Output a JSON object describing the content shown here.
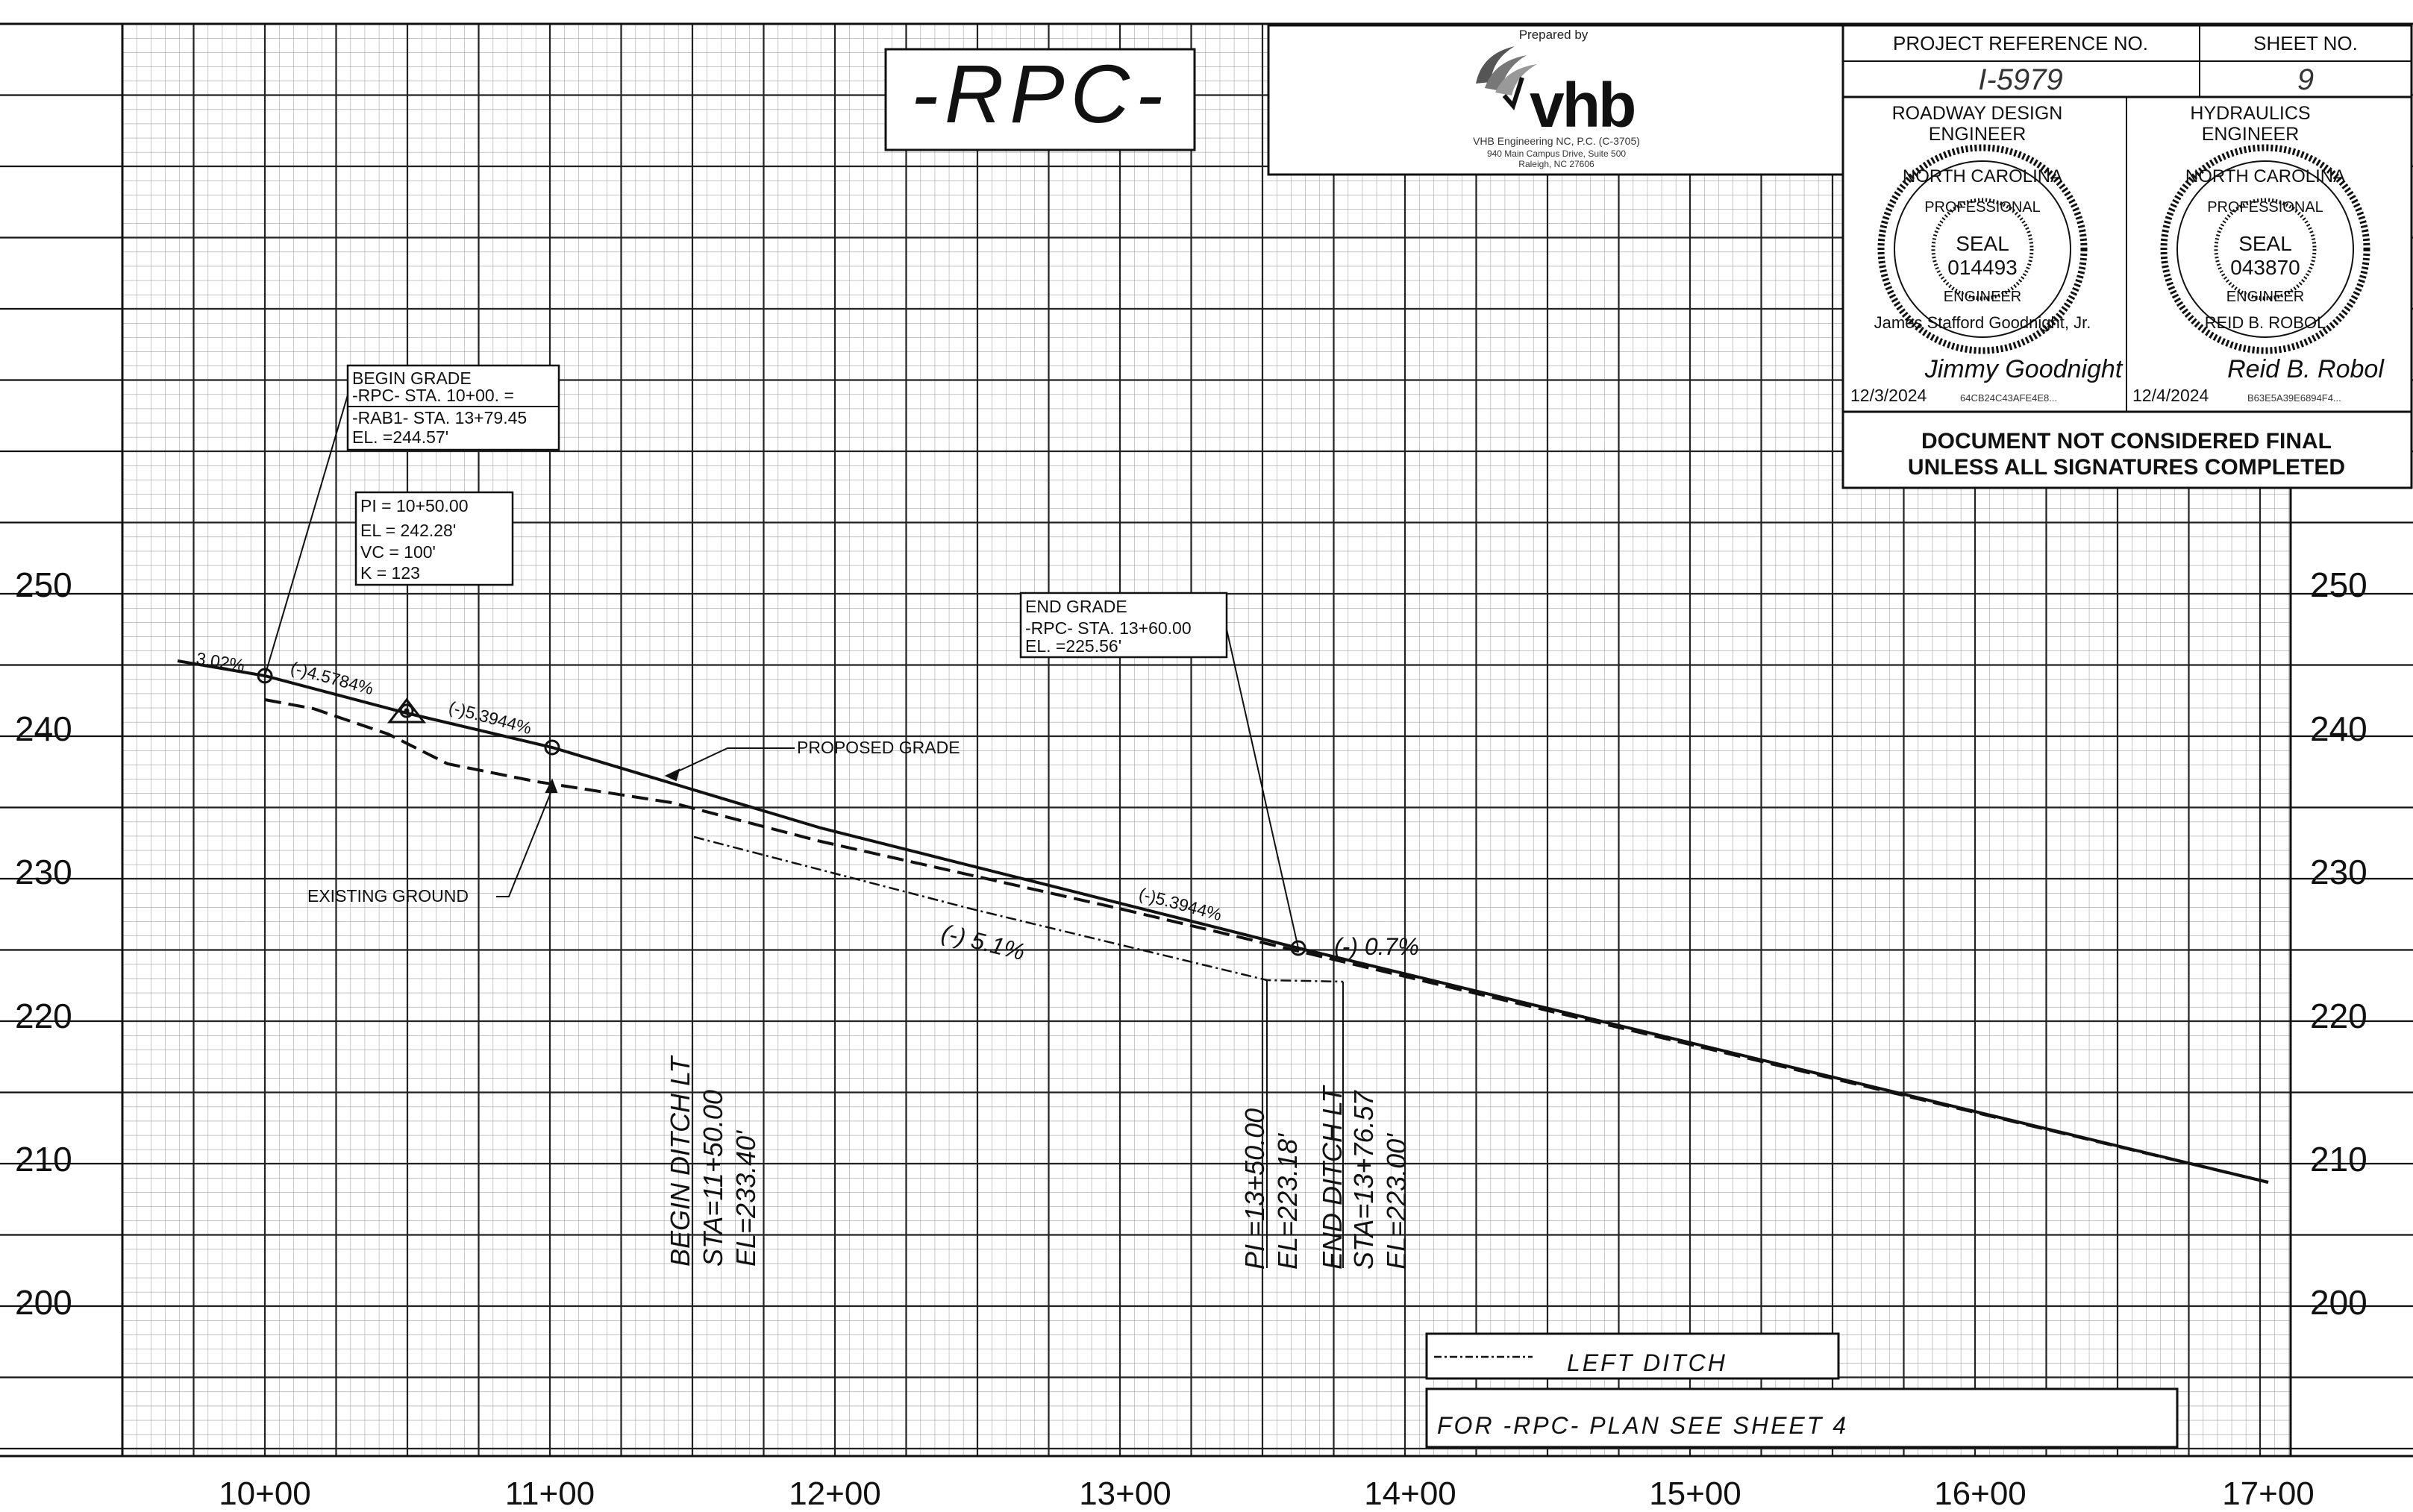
{
  "title_box": {
    "label": "-RPC-"
  },
  "preparer": {
    "prepared_by": "Prepared by",
    "logo_text": "vhb",
    "firm": "VHB Engineering NC, P.C. (C-3705)",
    "address_1": "940 Main Campus Drive, Suite 500",
    "address_2": "Raleigh, NC 27606"
  },
  "title_block": {
    "project_ref_label": "PROJECT REFERENCE NO.",
    "project_ref": "I-5979",
    "sheet_no_label": "SHEET NO.",
    "sheet_no": "9",
    "roadway_label_1": "ROADWAY DESIGN",
    "roadway_label_2": "ENGINEER",
    "hydraulics_label_1": "HYDRAULICS",
    "hydraulics_label_2": "ENGINEER",
    "seal_1": {
      "top": "NORTH CAROLINA",
      "inner": "PROFESSIONAL",
      "word": "SEAL",
      "number": "014493",
      "lower": "ENGINEER",
      "name": "James Stafford Goodnight, Jr.",
      "signature": "Jimmy Goodnight",
      "date": "12/3/2024",
      "docusign_id": "64CB24C43AFE4E8..."
    },
    "seal_2": {
      "top": "NORTH CAROLINA",
      "inner": "PROFESSIONAL",
      "word": "SEAL",
      "number": "043870",
      "lower": "ENGINEER",
      "name": "REID B. ROBOL",
      "signature": "Reid B. Robol",
      "date": "12/4/2024",
      "docusign_id": "B63E5A39E6894F4..."
    },
    "warning_1": "DOCUMENT NOT CONSIDERED FINAL",
    "warning_2": "UNLESS ALL SIGNATURES COMPLETED"
  },
  "axes": {
    "elevations": [
      "250",
      "240",
      "230",
      "220",
      "210",
      "200"
    ],
    "stations": [
      "10+00",
      "11+00",
      "12+00",
      "13+00",
      "14+00",
      "15+00",
      "16+00",
      "17+00"
    ]
  },
  "annotations": {
    "begin_grade": [
      "BEGIN  GRADE",
      "-RPC-  STA. 10+00. =",
      "-RAB1-  STA. 13+79.45",
      "EL. =244.57'"
    ],
    "pi_block": [
      "PI =    10+50.00",
      "EL  =    242.28'",
      "VC   =    100'",
      "K   =    123"
    ],
    "end_grade": [
      "END  GRADE",
      "-RPC-  STA. 13+60.00",
      "EL. =225.56'"
    ],
    "grade_in": "3.02%",
    "grade_1": "(-)4.5784%",
    "grade_2": "(-)5.3944%",
    "grade_3": "(-)5.3944%",
    "grade_out": "(-) 0.7%",
    "ditch_grade": "(-) 5.1%",
    "proposed_grade": "PROPOSED  GRADE",
    "existing_ground": "EXISTING  GROUND",
    "begin_ditch": [
      "BEGIN DITCH  LT",
      "STA=11+50.00",
      "EL=233.40'"
    ],
    "ditch_pi": [
      "PI =13+50.00",
      "EL=223.18'"
    ],
    "end_ditch": [
      "END DITCH LT",
      "STA=13+76.57",
      "EL=223.00'"
    ]
  },
  "legend": {
    "left_ditch": "LEFT  DITCH",
    "plan_note": "FOR  -RPC-  PLAN  SEE  SHEET  4"
  }
}
